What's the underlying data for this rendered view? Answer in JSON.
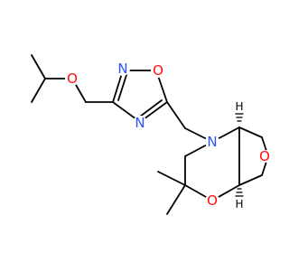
{
  "molecule": {
    "colors": {
      "bond": "#000000",
      "oxygen": "#ff0d0d",
      "nitrogen": "#3050f8",
      "hydrogen": "#000000"
    },
    "atom_labels": {
      "ether_o": "O",
      "oxadiazole_n2": "N",
      "oxadiazole_o1": "O",
      "oxadiazole_n4": "N",
      "amine_n": "N",
      "morpholine_o": "O",
      "thf_o": "O",
      "stereo_h_upper": "H",
      "stereo_h_lower": "H"
    }
  }
}
